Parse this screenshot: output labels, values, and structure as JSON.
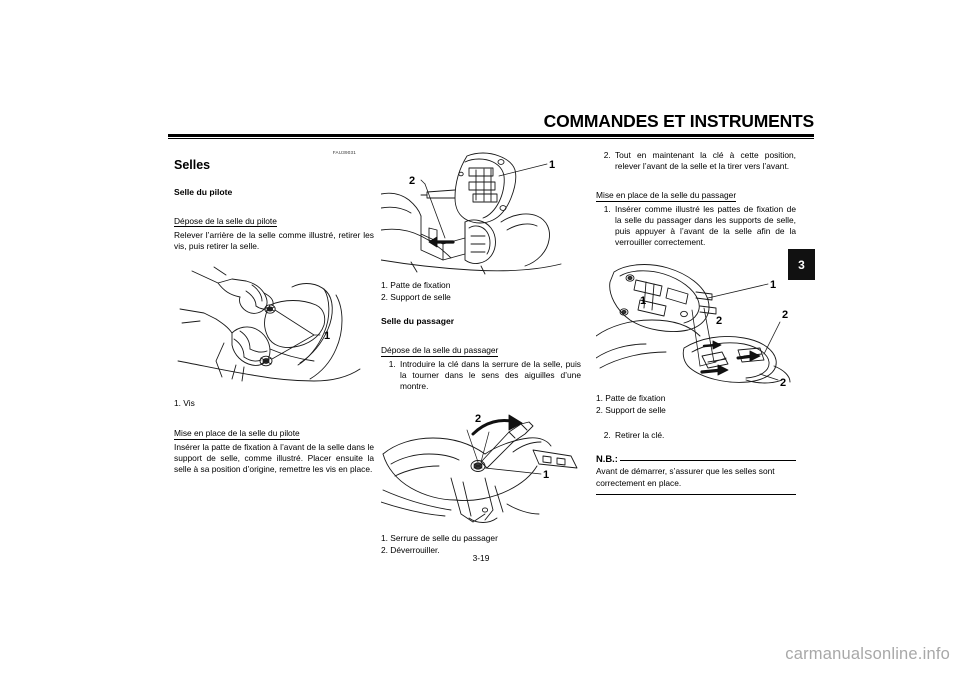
{
  "header": {
    "title": "COMMANDES ET INSTRUMENTS"
  },
  "chapter_tab": {
    "number": "3"
  },
  "page_number": "3-19",
  "watermark": "carmanualsonline.info",
  "left_column": {
    "doc_code": "FAU39031",
    "section_title": "Selles",
    "sub_title": "Selle du pilote",
    "proc1_title": "Dépose de la selle du pilote",
    "proc1_body": "Relever l’arrière de la selle comme illustré, retirer les vis, puis retirer la selle.",
    "figure_callouts": [
      "1. Vis"
    ],
    "proc2_title": "Mise en place de la selle du pilote",
    "proc2_body": "Insérer la patte de fixation à l’avant de la selle dans le support de selle, comme illustré. Placer ensuite la selle à sa position d’origine, remettre les vis en place."
  },
  "mid_column": {
    "figure1_callouts": [
      "1. Patte de fixation",
      "2. Support de selle"
    ],
    "sub_title": "Selle du passager",
    "proc1_title": "Dépose de la selle du passager",
    "proc1_steps": [
      "Introduire la clé dans la serrure de la selle, puis la tourner dans le sens des aiguilles d’une montre."
    ],
    "figure2_callouts": [
      "1. Serrure de selle du passager",
      "2. Déverrouiller."
    ]
  },
  "right_column": {
    "cont_step_number": "2.",
    "cont_step_text": "Tout en maintenant la clé à cette position, relever l’avant de la selle et la tirer vers l’avant.",
    "proc_title": "Mise en place de la selle du passager",
    "proc_steps": [
      "Insérer comme illustré les pattes de fixation de la selle du passager dans les supports de selle, puis appuyer à l’avant de la selle afin de la verrouiller correctement."
    ],
    "figure_callouts": [
      "1. Patte de fixation",
      "2. Support de selle"
    ],
    "after_step_number": "2.",
    "after_step_text": "Retirer la clé.",
    "note_label": "N.B.:",
    "note_body": "Avant de démarrer, s’assurer que les selles sont correctement en place."
  }
}
